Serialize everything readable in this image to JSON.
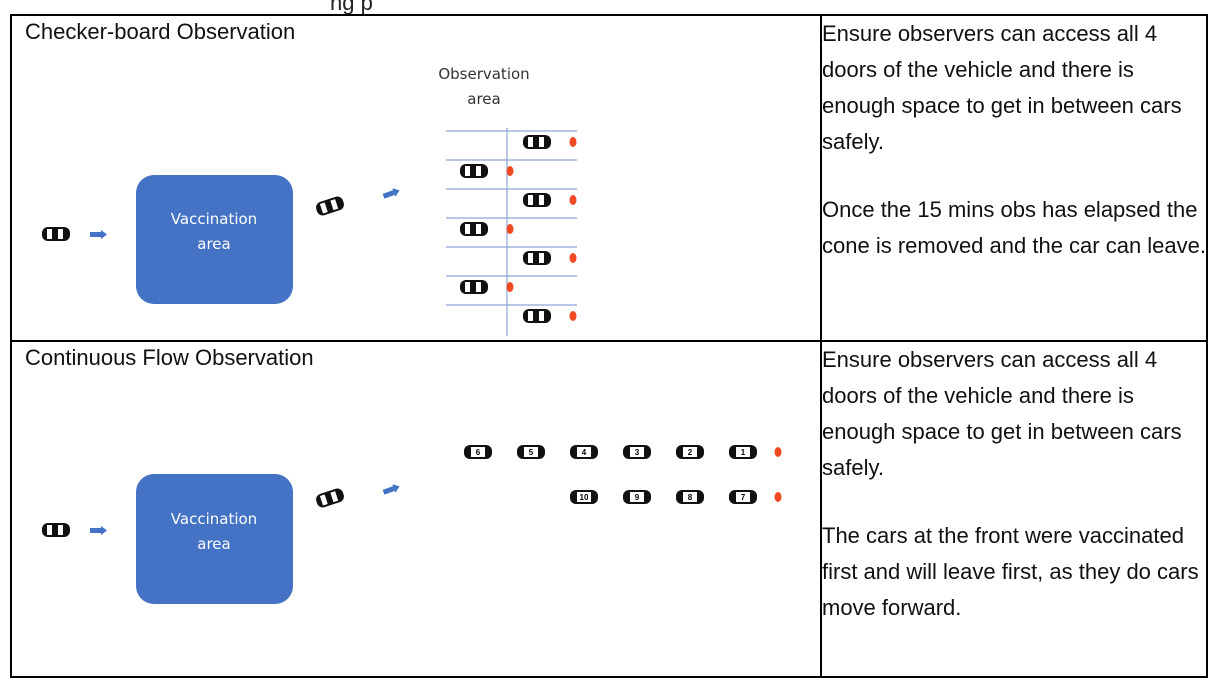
{
  "header": {
    "partial_title": "ng            p"
  },
  "rows": [
    {
      "title": "Checker-board Observation",
      "diagram": {
        "vaccination_label": [
          "Vaccination",
          "area"
        ],
        "observation_label": [
          "Observation",
          "area"
        ]
      },
      "notes": [
        "Ensure observers can access all 4 doors of the vehicle and there is enough space to get in between cars safely.",
        "Once the 15 mins obs has elapsed the cone is removed and the car can leave."
      ]
    },
    {
      "title": "Continuous Flow Observation",
      "diagram": {
        "vaccination_label": [
          "Vaccination",
          "area"
        ],
        "queue_row1_numbers": [
          "6",
          "5",
          "4",
          "3",
          "2",
          "1"
        ],
        "queue_row2_numbers": [
          "10",
          "9",
          "8",
          "7"
        ]
      },
      "notes": [
        "Ensure observers can access all 4 doors of the vehicle and there is enough space to get in between cars safely.",
        "The cars at the front were vaccinated first and will leave first, as they do cars move forward."
      ]
    }
  ],
  "colors": {
    "vaccination_box": "#4472c4",
    "arrow": "#4472c4",
    "cone": "#f04a23",
    "grid_line": "#8fa3d6"
  },
  "icons": {
    "car": "car-top-view-icon",
    "arrow": "right-arrow-icon",
    "cone": "traffic-cone-icon"
  }
}
